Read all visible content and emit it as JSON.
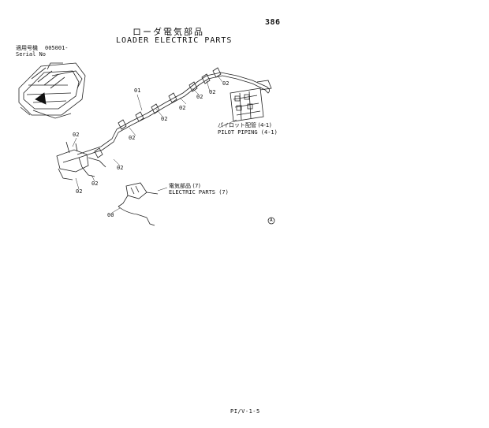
{
  "header": {
    "page_number": "386",
    "title_jp": "ローダ電気部品",
    "title_en": "LOADER ELECTRIC PARTS"
  },
  "serial": {
    "label_jp": "適用号機",
    "value": "005001-",
    "label_en": "Serial No"
  },
  "references": {
    "pilot_jp": "パイロット配管 (4-1)",
    "pilot_en": "PILOT PIPING (4-1)",
    "electric_jp": "電気部品 (7)",
    "electric_en": "ELECTRIC PARTS (7)"
  },
  "callouts": {
    "c01": "01",
    "c02": "02",
    "c00": "00"
  },
  "mark": "A",
  "footer": "PI/V-1-5"
}
